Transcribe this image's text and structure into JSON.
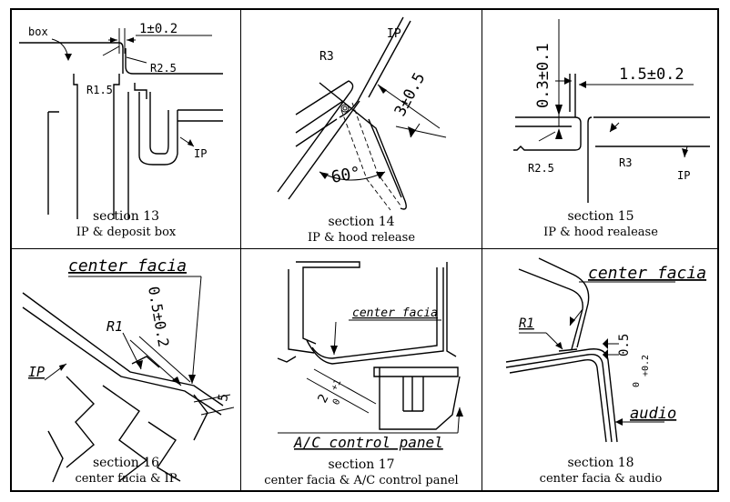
{
  "sections": [
    {
      "title": "section 13",
      "subtitle": "IP & deposit box",
      "labels": [
        "box",
        "1±0.2",
        "R2.5",
        "R1.5",
        "IP"
      ]
    },
    {
      "title": "section 14",
      "subtitle": "IP & hood release",
      "labels": [
        "IP",
        "R3",
        "3±0.5",
        "60°"
      ]
    },
    {
      "title": "section 15",
      "subtitle": "IP & hood realease",
      "labels": [
        "0.3±0.1",
        "1.5±0.2",
        "R2.5",
        "R3",
        "IP"
      ]
    },
    {
      "title": "section 16",
      "subtitle": "center facia & IP",
      "labels": [
        "center facia",
        "0.5±0.2",
        "R1",
        "IP",
        "5"
      ]
    },
    {
      "title": "section 17",
      "subtitle": "center facia & A/C control panel",
      "labels": [
        "center facia",
        "2",
        "+1",
        "0",
        "A/C control panel"
      ]
    },
    {
      "title": "section 18",
      "subtitle": "center facia & audio",
      "labels": [
        "center facia",
        "R1",
        "0.5",
        "+0.2",
        "0",
        "audio"
      ]
    }
  ]
}
